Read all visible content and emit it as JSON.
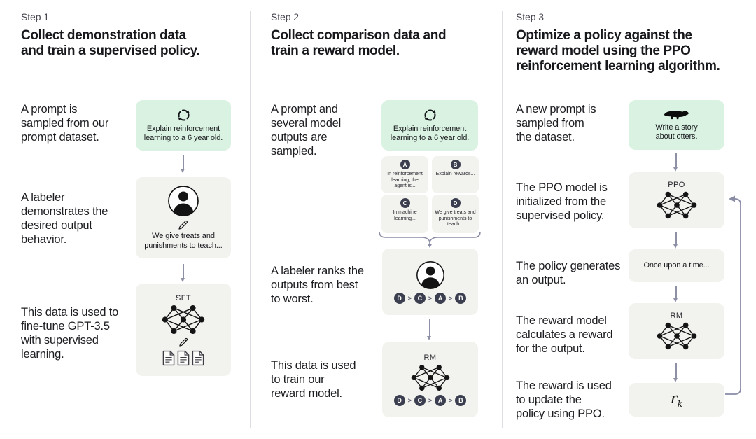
{
  "colors": {
    "background": "#ffffff",
    "prompt_box_green": "#d9f2e1",
    "box_gray": "#f2f2ef",
    "badge_dark": "#3b3e4e",
    "arrow_gray_purple": "#8e90a6",
    "text_dark": "#1c1d21",
    "divider_gray": "#dddde4"
  },
  "icons": {
    "prompt_sampling": "refresh-icon",
    "labeler": "person-icon",
    "writing": "pencil-icon",
    "model": "neural-network-icon",
    "training_data": "documents-icon",
    "otter_prompt": "otter-icon"
  },
  "steps": [
    {
      "label": "Step 1",
      "title": "Collect demonstration data\nand train a supervised policy.",
      "annotations": [
        "A prompt is\nsampled from our\nprompt dataset.",
        "A labeler\ndemonstrates the\ndesired output\nbehavior.",
        "This data is used to\nfine-tune GPT-3.5\nwith supervised\nlearning."
      ],
      "prompt_box": {
        "text": "Explain reinforcement\nlearning to a 6 year old."
      },
      "labeler_box": {
        "text": "We give treats and\npunishments to teach..."
      },
      "model_box": {
        "label": "SFT"
      }
    },
    {
      "label": "Step 2",
      "title": "Collect comparison data and\ntrain a reward model.",
      "annotations": [
        "A prompt and\nseveral model\noutputs are\nsampled.",
        "A labeler ranks the\noutputs from best\nto worst.",
        "This data is used\nto train our\nreward model."
      ],
      "prompt_box": {
        "text": "Explain reinforcement\nlearning to a 6 year old."
      },
      "outputs": [
        {
          "badge": "A",
          "text": "In reinforcement\nlearning, the\nagent is..."
        },
        {
          "badge": "B",
          "text": "Explain rewards..."
        },
        {
          "badge": "C",
          "text": "In machine\nlearning..."
        },
        {
          "badge": "D",
          "text": "We give treats and\npunishments to\nteach..."
        }
      ],
      "ranking": {
        "order": [
          "D",
          "C",
          "A",
          "B"
        ],
        "separator": ">"
      },
      "model_box": {
        "label": "RM"
      }
    },
    {
      "label": "Step 3",
      "title": "Optimize a policy against the\nreward model using the PPO\nreinforcement learning algorithm.",
      "annotations": [
        "A new prompt is\nsampled from\nthe dataset.",
        "The PPO model is\ninitialized from the\nsupervised policy.",
        "The policy generates\nan output.",
        "The reward model\ncalculates a reward\nfor the output.",
        "The reward is used\nto update the\npolicy using PPO."
      ],
      "prompt_box": {
        "text": "Write a story\nabout otters."
      },
      "ppo_box": {
        "label": "PPO"
      },
      "output_box": {
        "text": "Once upon a time..."
      },
      "rm_box": {
        "label": "RM"
      },
      "reward_box": {
        "main": "r",
        "sub": "k"
      }
    }
  ]
}
